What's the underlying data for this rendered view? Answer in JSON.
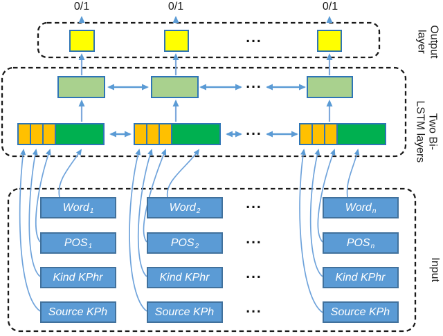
{
  "diagram": {
    "output_values": [
      "0/1",
      "0/1",
      "0/1"
    ],
    "ellipsis": "...",
    "layer_labels": {
      "output": "Output layer",
      "bilstm": "Two Bi-LSTM layers",
      "input": "Input"
    },
    "input_columns": [
      {
        "rows": [
          {
            "base": "Word",
            "sub": "1"
          },
          {
            "base": "POS",
            "sub": "1"
          },
          {
            "base": "Kind KPhr",
            "sub": ""
          },
          {
            "base": "Source KPh",
            "sub": ""
          }
        ]
      },
      {
        "rows": [
          {
            "base": "Word",
            "sub": "2"
          },
          {
            "base": "POS",
            "sub": "2"
          },
          {
            "base": "Kind KPhr",
            "sub": ""
          },
          {
            "base": "Source KPh",
            "sub": ""
          }
        ]
      },
      {
        "rows": [
          {
            "base": "Word",
            "sub": "n"
          },
          {
            "base": "POS",
            "sub": "n"
          },
          {
            "base": "Kind KPhr",
            "sub": ""
          },
          {
            "base": "Source KPh",
            "sub": ""
          }
        ]
      }
    ],
    "colors": {
      "output_node": "#FFFF00",
      "bilstm_top_node": "#A9D18E",
      "feature_cell": "#FFC000",
      "embedding_cell": "#00B050",
      "node_border": "#2E75B6",
      "input_box": "#5B9BD5",
      "input_box_border": "#41719C",
      "arrow": "#5B9BD5",
      "outline": "#1A1A1A"
    }
  }
}
